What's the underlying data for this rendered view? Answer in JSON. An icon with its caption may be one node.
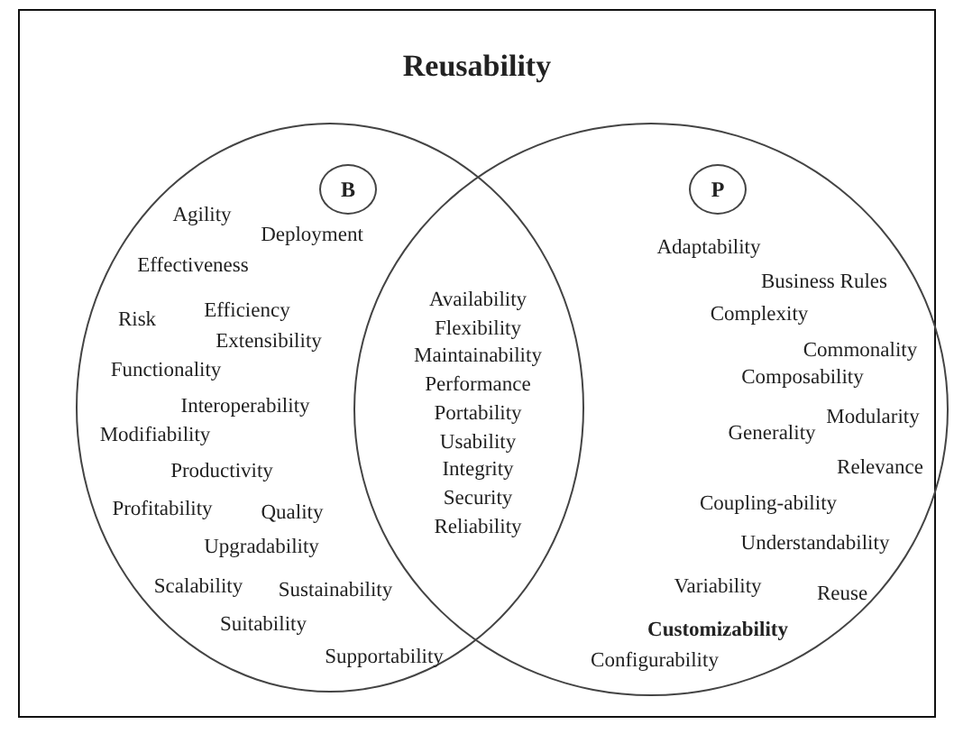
{
  "diagram": {
    "title": "Reusability",
    "nodes": [
      {
        "text": [],
        "shape": "circle"
      },
      {
        "text": [
          "B"
        ],
        "in": 0
      },
      {
        "text": [],
        "shape": "circle"
      },
      {
        "text": [
          "P"
        ],
        "in": 2
      }
    ],
    "edges": [],
    "labels": [
      "Agility",
      "Deployment",
      "Effectiveness",
      "Risk",
      "Efficiency",
      "Extensibility",
      "Functionality",
      "Interoperability",
      "Modifiability",
      "Productivity",
      "Profitability",
      "Quality",
      "Upgradability",
      "Scalability",
      "Sustainability",
      "Suitability",
      "Supportability",
      "Availability",
      "Flexibility",
      "Maintainability",
      "Performance",
      "Portability",
      "Usability",
      "Integrity",
      "Security",
      "Reliability",
      "Adaptability",
      "Business Rules",
      "Complexity",
      "Commonality",
      "Composability",
      "Modularity",
      "Generality",
      "Relevance",
      "Coupling-ability",
      "Understandability",
      "Variability",
      "Reuse",
      "Customizability",
      "Configurability"
    ]
  }
}
